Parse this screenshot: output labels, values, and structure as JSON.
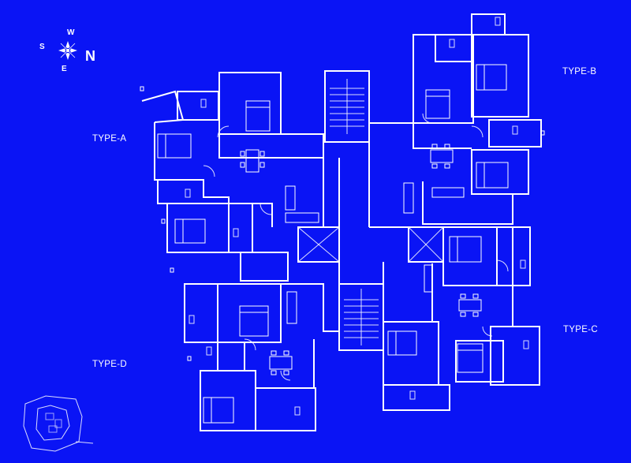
{
  "colors": {
    "background": "#0a14f5",
    "lines": "#ffffff"
  },
  "compass": {
    "west": "W",
    "south": "S",
    "east": "E",
    "north": "N",
    "icon": "compass-rose-icon"
  },
  "units": {
    "type_a": "TYPE-A",
    "type_b": "TYPE-B",
    "type_c": "TYPE-C",
    "type_d": "TYPE-D"
  },
  "key_plan": {
    "icon": "site-key-plan-icon"
  }
}
